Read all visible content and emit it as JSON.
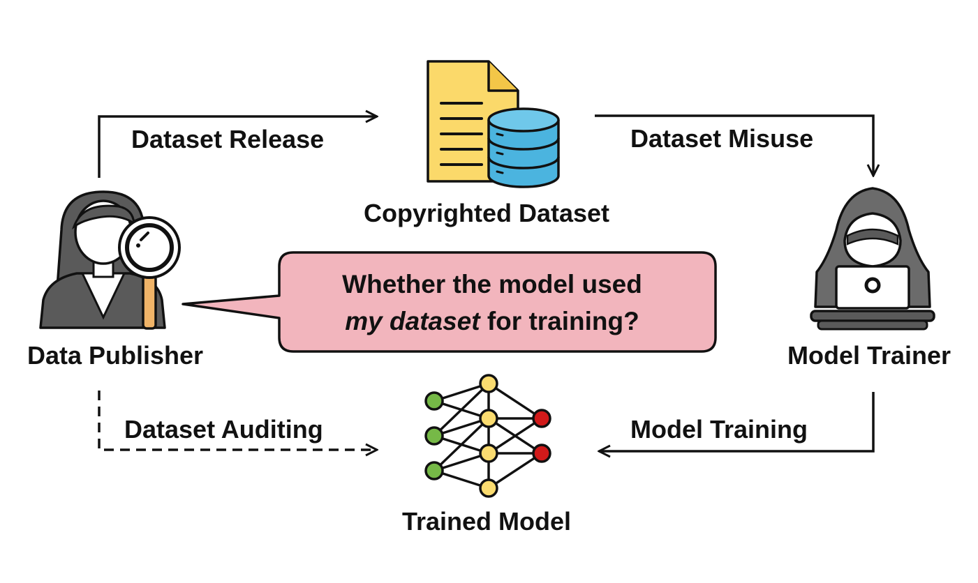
{
  "nodes": {
    "publisher": "Data Publisher",
    "dataset": "Copyrighted Dataset",
    "trainer": "Model Trainer",
    "model": "Trained Model"
  },
  "edges": {
    "release": "Dataset Release",
    "misuse": "Dataset Misuse",
    "training": "Model Training",
    "auditing": "Dataset Auditing"
  },
  "bubble": {
    "line1": "Whether the model used",
    "line2_emph": "my dataset",
    "line2_rest": " for training?"
  },
  "colors": {
    "bubble_fill": "#f2b5bd",
    "doc": "#fbd96a",
    "database": "#4bb4df",
    "input_node": "#76b947",
    "hidden_node": "#fbdc70",
    "output_node": "#d11a1a",
    "hood": "#6b6b6b",
    "person_gray": "#5a5a5a",
    "magnifier_handle": "#f0b468"
  },
  "icons": [
    "person-with-magnifier-icon",
    "document-database-icon",
    "hacker-laptop-icon",
    "neural-network-icon"
  ]
}
